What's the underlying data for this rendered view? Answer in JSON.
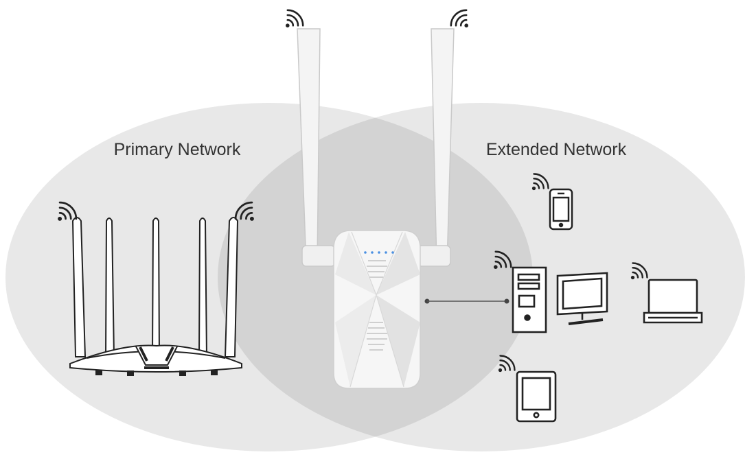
{
  "labels": {
    "primary": "Primary Network",
    "extended": "Extended Network"
  },
  "colors": {
    "zone_fill": "#e8e8e8",
    "overlap_fill": "#d3d3d3",
    "line_art": "#222222",
    "extender_body": "#f6f6f6",
    "status_led": "#4a90e2"
  },
  "icons": {
    "router": "router-icon",
    "extender": "range-extender-icon",
    "phone": "smartphone-icon",
    "desktop": "desktop-computer-icon",
    "laptop": "laptop-icon",
    "tablet": "tablet-icon",
    "wifi": "wifi-signal-icon",
    "cable": "ethernet-cable"
  }
}
